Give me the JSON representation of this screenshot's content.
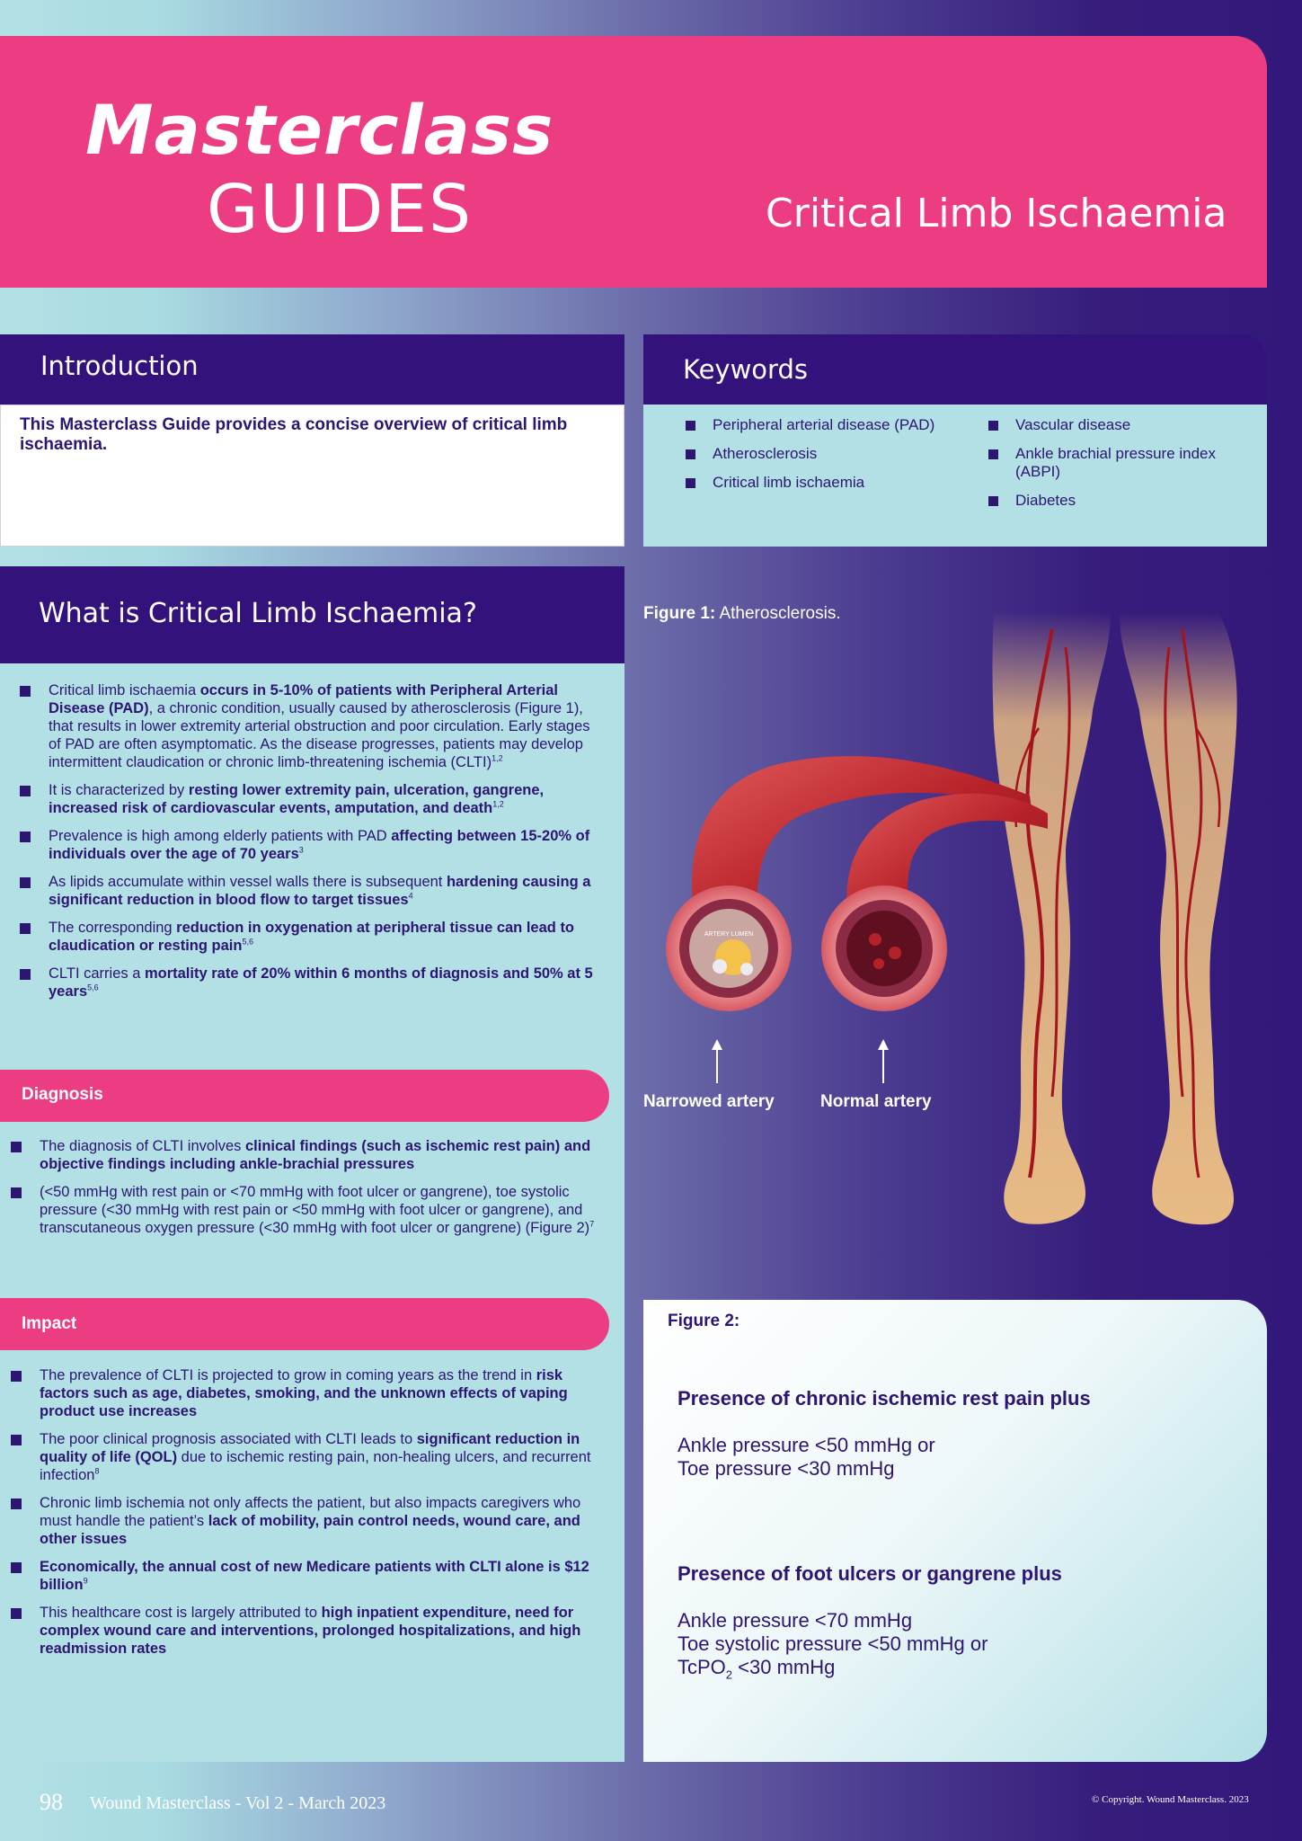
{
  "header": {
    "brand_line1": "Masterclass",
    "brand_line2": "GUIDES",
    "topic": "Critical Limb Ischaemia"
  },
  "introduction": {
    "title": "Introduction",
    "text": "This Masterclass Guide provides a concise overview of critical limb ischaemia."
  },
  "keywords": {
    "title": "Keywords",
    "col1": [
      "Peripheral arterial disease (PAD)",
      "Atherosclerosis",
      "Critical limb ischaemia"
    ],
    "col2": [
      "Vascular disease",
      "Ankle brachial pressure index (ABPI)",
      "Diabetes"
    ]
  },
  "what": {
    "title": "What is Critical Limb Ischaemia?",
    "b1": {
      "a": "Critical limb ischaemia ",
      "b": "occurs in 5-10% of patients with Peripheral Arterial Disease (PAD)",
      "c": ", a chronic condition, usually caused by atherosclerosis (Figure 1), that results in lower extremity arterial obstruction and poor circulation. Early stages of PAD are often asymptomatic. As the disease progresses, patients may develop intermittent claudication or chronic limb-threatening ischemia (CLTI)",
      "sup": "1,2"
    },
    "b2": {
      "a": "It is characterized by ",
      "b": "resting lower extremity pain, ulceration, gangrene, increased risk of cardiovascular events, amputation, and death",
      "sup": "1,2"
    },
    "b3": {
      "a": "Prevalence is high among elderly patients with PAD ",
      "b": "affecting between 15-20% of individuals over the age of 70 years",
      "sup": "3"
    },
    "b4": {
      "a": "As lipids accumulate within vessel walls there is subsequent ",
      "b": "hardening causing a significant reduction in blood flow to target tissues",
      "sup": "4"
    },
    "b5": {
      "a": "The corresponding ",
      "b": "reduction in oxygenation at peripheral tissue can lead to claudication or resting pain",
      "sup": "5,6"
    },
    "b6": {
      "a": "CLTI carries a ",
      "b": "mortality rate of 20% within 6 months of diagnosis and 50% at 5 years",
      "sup": "5,6"
    }
  },
  "diagnosis": {
    "title": "Diagnosis",
    "b1": {
      "a": "The diagnosis of CLTI involves ",
      "b": "clinical findings (such as ischemic rest pain) and objective findings including ankle-brachial pressures"
    },
    "b2": {
      "a": "(<50 mmHg with rest pain or <70 mmHg with foot ulcer or gangrene), toe systolic pressure (<30 mmHg with rest pain or <50 mmHg with foot ulcer or gangrene), and transcutaneous oxygen pressure (<30 mmHg with foot ulcer or gangrene) (Figure 2)",
      "sup": "7"
    }
  },
  "impact": {
    "title": "Impact",
    "b1": {
      "a": "The prevalence of CLTI is projected to grow in coming years as the trend in ",
      "b": "risk factors such as age, diabetes, smoking, and the unknown effects of vaping product use increases"
    },
    "b2": {
      "a": "The poor clinical prognosis associated with CLTI leads to ",
      "b": "significant reduction in quality of life (QOL)",
      "c": " due to ischemic resting pain, non-healing ulcers, and recurrent infection",
      "sup": "8"
    },
    "b3": {
      "a": "Chronic limb ischemia not only affects the patient, but also impacts caregivers who must handle the patient’s ",
      "b": "lack of mobility, pain control needs, wound care, and other issues"
    },
    "b4": {
      "b": "Economically, the annual cost of new Medicare patients with CLTI alone is $12 billion",
      "sup": "9"
    },
    "b5": {
      "a": "This healthcare cost is largely attributed to ",
      "b": "high inpatient expenditure, need for complex wound care and interventions, prolonged hospitalizations, and high readmission rates"
    }
  },
  "figure1": {
    "caption_label": "Figure 1:",
    "caption_text": " Atherosclerosis.",
    "label_narrow": "Narrowed artery",
    "label_normal": "Normal artery",
    "lumen_text": "ARTERY LUMEN"
  },
  "figure2": {
    "caption": "Figure 2:",
    "h1": "Presence of chronic ischemic rest pain plus",
    "l1": "Ankle pressure <50 mmHg or",
    "l2": "Toe pressure <30 mmHg",
    "h2": "Presence of foot ulcers or gangrene plus",
    "l3": "Ankle pressure <70 mmHg",
    "l4": "Toe systolic pressure <50 mmHg or",
    "l5_a": "TcPO",
    "l5_sub": "2",
    "l5_b": " <30 mmHg"
  },
  "footer": {
    "page": "98",
    "publication": "Wound Masterclass - Vol 2 - March 2023",
    "copyright": "© Copyright. Wound Masterclass. 2023"
  },
  "colors": {
    "pink": "#ec3d82",
    "purple": "#33137b",
    "light_teal": "#b2e0e5"
  }
}
